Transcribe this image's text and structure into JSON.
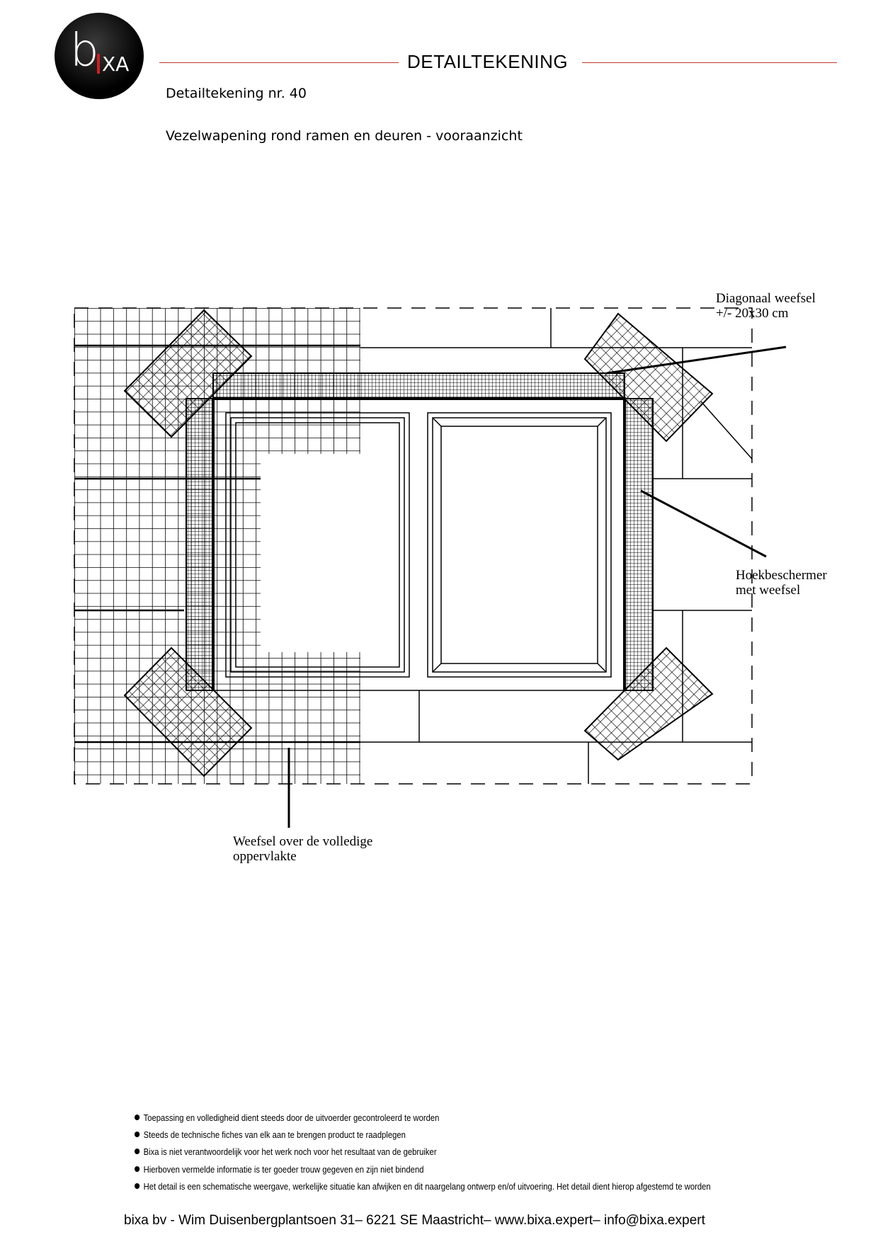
{
  "logo": {
    "text": "bixa",
    "accent_color": "#d21e1e"
  },
  "header": {
    "title": "DETAILTEKENING",
    "drawing_number": "Detailtekening nr. 40",
    "subtitle": "Vezelwapening rond ramen en deuren - vooraanzicht",
    "line_color": "#c0392b"
  },
  "drawing": {
    "labels": {
      "diagonal_line1": "Diagonaal weefsel",
      "diagonal_line2": "+/- 20x30 cm",
      "corner_line1": "Hoekbeschermer",
      "corner_line2": "met weefsel",
      "surface_line1": "Weefsel over de volledige",
      "surface_line2": "oppervlakte"
    }
  },
  "notes": [
    "Toepassing en volledigheid dient steeds door de uitvoerder gecontroleerd te worden",
    "Steeds de technische fiches van elk  aan te brengen product te raadplegen",
    "Bixa is niet verantwoordelijk voor  het werk noch voor het resultaat van de gebruiker",
    "Hierboven  vermelde informatie is ter goeder trouw gegeven  en zijn niet bindend",
    "Het detail is een schematische weergave, werkelijke situatie kan afwijken en dit naargelang ontwerp en/of uitvoering. Het detail dient hierop afgestemd te worden"
  ],
  "footer": "bixa bv - Wim Duisenbergplantsoen 31– 6221 SE Maastricht– www.bixa.expert– info@bixa.expert"
}
